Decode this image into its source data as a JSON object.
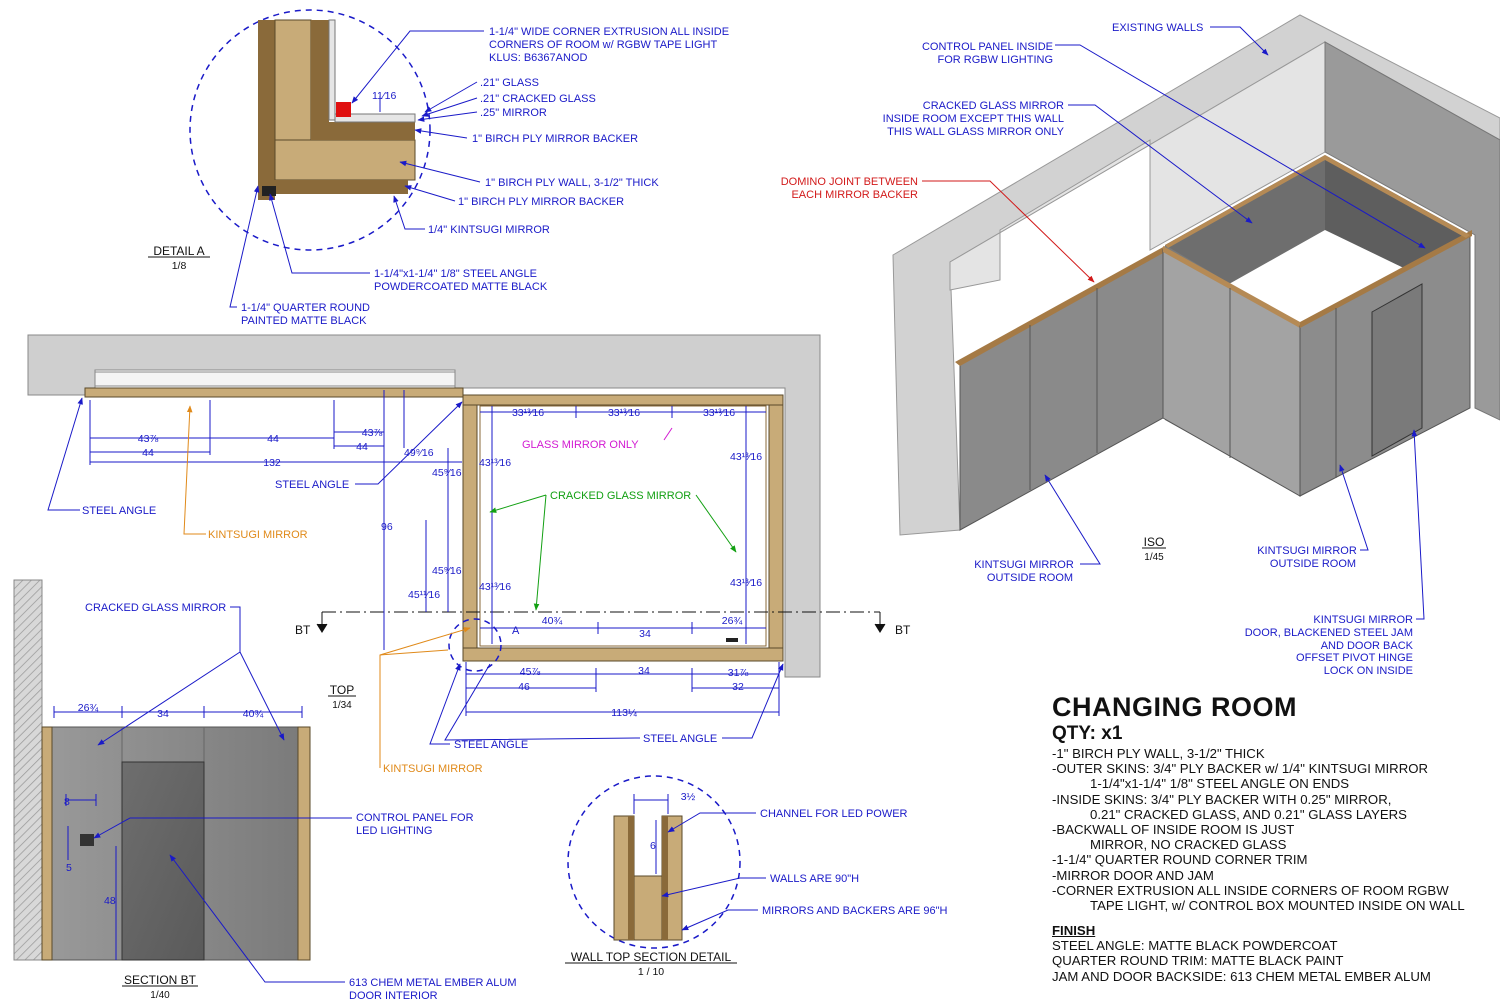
{
  "detail_a": {
    "labels": [
      "1-1/4\" WIDE CORNER EXTRUSION ALL INSIDE",
      "CORNERS OF ROOM w/ RGBW TAPE LIGHT",
      "KLUS: B6367ANOD",
      ".21\" GLASS",
      ".21\" CRACKED GLASS",
      ".25\" MIRROR",
      "1\" BIRCH PLY MIRROR BACKER",
      "1\" BIRCH PLY WALL, 3-1/2\" THICK",
      "1\" BIRCH PLY MIRROR BACKER",
      "1/4\" KINTSUGI MIRROR",
      "1-1/4\"x1-1/4\" 1/8\" STEEL ANGLE",
      "POWDERCOATED MATTE BLACK",
      "1-1/4\" QUARTER ROUND",
      "PAINTED MATTE BLACK"
    ],
    "dim": "11⁄16",
    "title": "DETAIL  A",
    "scale": "1/8"
  },
  "top_view": {
    "dims": [
      "43⅞",
      "44",
      "44",
      "43⅞",
      "44",
      "132",
      "49⁹⁄16",
      "45⁹⁄16",
      "96",
      "45⁹⁄16",
      "45¹¹⁄16",
      "33¹³⁄16",
      "33¹³⁄16",
      "33¹³⁄16",
      "43¹³⁄16",
      "43¹³⁄16",
      "43¹³⁄16",
      "43¹³⁄16",
      "40¾",
      "34",
      "26¾",
      "45⅞",
      "46",
      "34",
      "31⅞",
      "32",
      "113¼"
    ],
    "labels": {
      "steel_angle_1": "STEEL ANGLE",
      "steel_angle_2": "STEEL ANGLE",
      "steel_angle_3": "STEEL ANGLE",
      "steel_angle_4": "STEEL ANGLE",
      "kintsugi_1": "KINTSUGI MIRROR",
      "kintsugi_2": "KINTSUGI MIRROR",
      "glass_only": "GLASS MIRROR ONLY",
      "cracked": "CRACKED GLASS MIRROR",
      "a": "A",
      "bt_left": "BT",
      "bt_right": "BT"
    },
    "title": "TOP",
    "scale": "1/34"
  },
  "section_bt": {
    "dims": [
      "26¾",
      "34",
      "40¾",
      "8",
      "5",
      "48"
    ],
    "labels": {
      "cracked": "CRACKED GLASS MIRROR",
      "control_1": "CONTROL PANEL FOR",
      "control_2": "LED LIGHTING",
      "door_1": "613 CHEM METAL EMBER ALUM",
      "door_2": "DOOR INTERIOR"
    },
    "title": "SECTION BT",
    "scale": "1/40"
  },
  "wall_top": {
    "dims": [
      "3½",
      "6"
    ],
    "labels": {
      "channel": "CHANNEL FOR LED POWER",
      "walls": "WALLS ARE 90\"H",
      "mirrors": "MIRRORS AND BACKERS ARE 96\"H"
    },
    "title": "WALL TOP SECTION DETAIL",
    "scale": "1 / 10"
  },
  "iso": {
    "labels": {
      "existing": "EXISTING WALLS",
      "control_1": "CONTROL PANEL INSIDE",
      "control_2": "FOR RGBW LIGHTING",
      "cracked_1": "CRACKED GLASS MIRROR",
      "cracked_2": "INSIDE ROOM EXCEPT THIS WALL",
      "cracked_3": "THIS WALL GLASS MIRROR ONLY",
      "domino_1": "DOMINO JOINT BETWEEN",
      "domino_2": "EACH MIRROR BACKER",
      "kout_1": "KINTSUGI MIRROR",
      "kout_2": "OUTSIDE ROOM",
      "kout2_1": "KINTSUGI MIRROR",
      "kout2_2": "OUTSIDE ROOM",
      "door_1": "KINTSUGI MIRROR",
      "door_2": "DOOR, BLACKENED STEEL JAM",
      "door_3": "AND DOOR BACK",
      "door_4": "OFFSET PIVOT HINGE",
      "door_5": "LOCK ON INSIDE"
    },
    "title": "ISO",
    "scale": "1/45"
  },
  "notes": {
    "title": "CHANGING ROOM",
    "qty": "QTY: x1",
    "lines": [
      {
        "text": "-1\" BIRCH PLY WALL, 3-1/2\" THICK",
        "indent": false
      },
      {
        "text": "-OUTER SKINS: 3/4\" PLY BACKER w/ 1/4\" KINTSUGI MIRROR",
        "indent": false
      },
      {
        "text": "1-1/4\"x1-1/4\" 1/8\" STEEL ANGLE ON ENDS",
        "indent": true
      },
      {
        "text": "-INSIDE SKINS: 3/4\" PLY BACKER WITH 0.25\" MIRROR,",
        "indent": false
      },
      {
        "text": "0.21\" CRACKED GLASS, AND 0.21\" GLASS LAYERS",
        "indent": true
      },
      {
        "text": "-BACKWALL OF INSIDE ROOM IS JUST",
        "indent": false
      },
      {
        "text": "MIRROR, NO CRACKED GLASS",
        "indent": true
      },
      {
        "text": "-1-1/4\" QUARTER ROUND CORNER TRIM",
        "indent": false
      },
      {
        "text": "-MIRROR DOOR AND JAM",
        "indent": false
      },
      {
        "text": "-CORNER EXTRUSION ALL INSIDE CORNERS OF ROOM RGBW",
        "indent": false
      },
      {
        "text": "TAPE LIGHT, w/ CONTROL BOX MOUNTED INSIDE ON WALL",
        "indent": true
      }
    ],
    "finish_title": "FINISH",
    "finish": [
      "STEEL ANGLE: MATTE BLACK POWDERCOAT",
      "QUARTER ROUND TRIM: MATTE BLACK PAINT",
      "JAM AND DOOR BACKSIDE: 613 CHEM METAL EMBER ALUM"
    ]
  },
  "colors": {
    "annotation": "#1a1ac8",
    "kintsugi": "#e08a1a",
    "cracked": "#12a012",
    "glass_only": "#d21ad2",
    "domino": "#d21a1a",
    "ply": "#c8ab78"
  }
}
